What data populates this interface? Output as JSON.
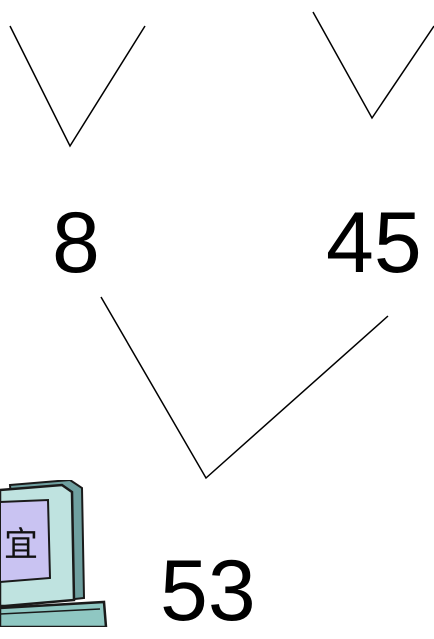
{
  "diagram": {
    "left_number": "8",
    "right_number": "45",
    "total_number": "53",
    "computer_screen_glyph": "宜"
  }
}
